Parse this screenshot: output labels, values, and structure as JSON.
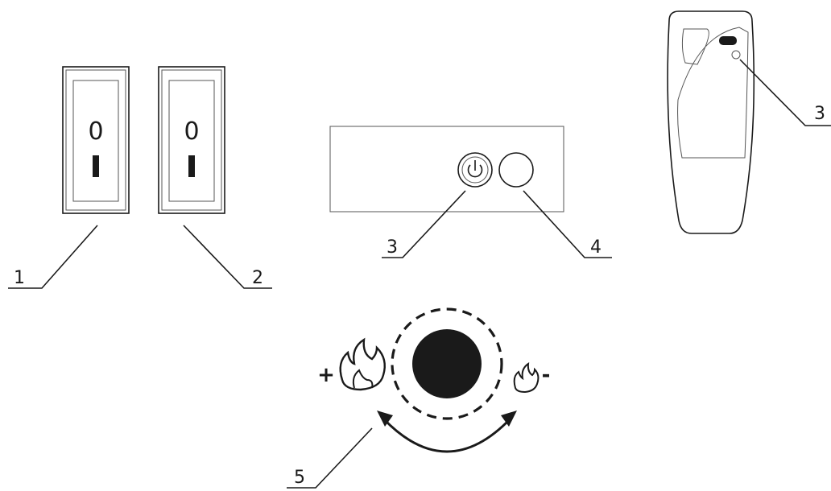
{
  "colors": {
    "ink": "#1a1a1a",
    "outline": "#555555",
    "background": "#ffffff"
  },
  "callouts": {
    "switch_1": "1",
    "switch_2": "2",
    "panel_power": "3",
    "panel_round": "4",
    "remote_power": "3",
    "knob": "5"
  },
  "switch_1": {
    "off_glyph": "0",
    "on_glyph": "I"
  },
  "switch_2": {
    "off_glyph": "0",
    "on_glyph": "I"
  },
  "knob": {
    "increase_sign": "+",
    "decrease_sign": "-"
  },
  "icons": {
    "panel_power": "power-icon",
    "remote_power": "power-icon",
    "flame_large": "flame-icon",
    "flame_small": "flame-icon",
    "rotation": "curved-double-arrow-icon"
  }
}
